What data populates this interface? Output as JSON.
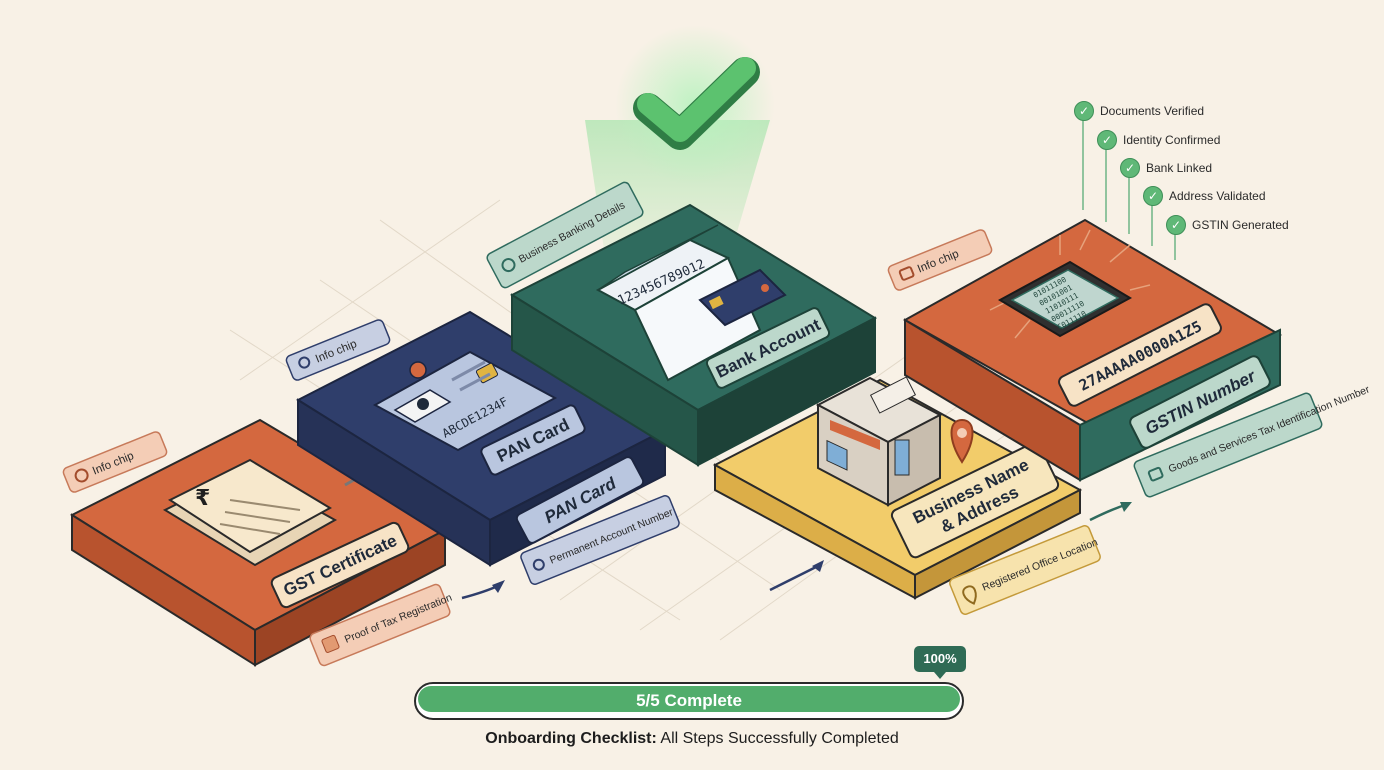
{
  "platforms": {
    "gst": {
      "label": "GST Certificate",
      "caption": "Proof of Tax Registration",
      "chip": "Info chip"
    },
    "pan": {
      "label_top": "PAN Card",
      "label_side": "PAN Card",
      "id_text": "ABCDE1234F",
      "caption": "Permanent Account Number",
      "chip": "Info chip"
    },
    "bank": {
      "label": "Bank Account",
      "account_number": "12345678901​2",
      "chip": "Business Banking Details"
    },
    "business": {
      "label_line1": "Business Name",
      "label_line2": "& Address",
      "caption": "Registered Office Location"
    },
    "gstin": {
      "number": "27AAAAA0000A1Z5",
      "label": "GSTIN Number",
      "caption": "Goods and Services Tax Identification Number",
      "chip": "Info chip",
      "chip_binary": [
        "01011100",
        "00101001",
        "11010111",
        "00011110",
        "C011110"
      ]
    }
  },
  "checklist": [
    "Documents Verified",
    "Identity Confirmed",
    "Bank Linked",
    "Address Validated",
    "GSTIN Generated"
  ],
  "progress": {
    "label": "5/5 Complete",
    "percent_label": "100%",
    "fraction": 1.0
  },
  "footer": {
    "bold": "Onboarding Checklist:",
    "rest": " All Steps Successfully Completed"
  },
  "colors": {
    "orange": "#d4683f",
    "navy": "#2f3e6b",
    "teal": "#2f6b5e",
    "yellow": "#f2cc6a",
    "green": "#52ad6c"
  }
}
